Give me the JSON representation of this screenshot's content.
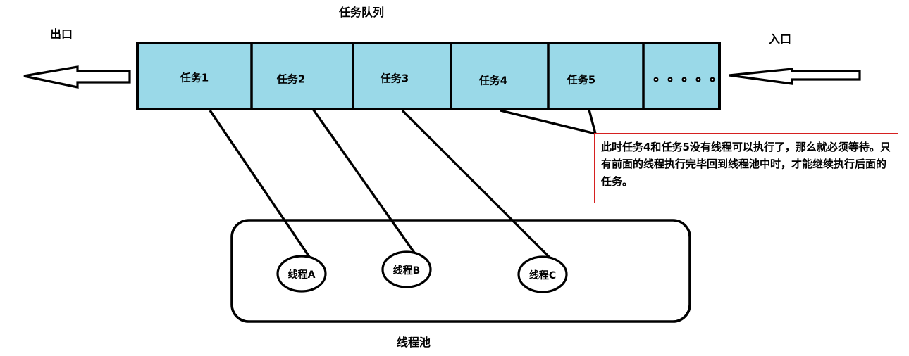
{
  "diagram": {
    "title": "任务队列",
    "pool_title": "线程池",
    "exit_label": "出口",
    "entry_label": "入口",
    "queue_fill_color": "#9ad9e8",
    "queue_stroke_color": "#000000",
    "note_border_color": "#d62020",
    "background_color": "#ffffff"
  },
  "queue": {
    "cells": [
      {
        "label": "任务1"
      },
      {
        "label": "任务2"
      },
      {
        "label": "任务3"
      },
      {
        "label": "任务4"
      },
      {
        "label": "任务5"
      },
      {
        "label": "",
        "dots": 5
      }
    ]
  },
  "pool": {
    "threads": [
      {
        "label": "线程A"
      },
      {
        "label": "线程B"
      },
      {
        "label": "线程C"
      }
    ]
  },
  "note": {
    "text": "此时任务4和任务5没有线程可以执行了，那么就必须等待。只有前面的线程执行完毕回到线程池中时，才能继续执行后面的任务。"
  }
}
